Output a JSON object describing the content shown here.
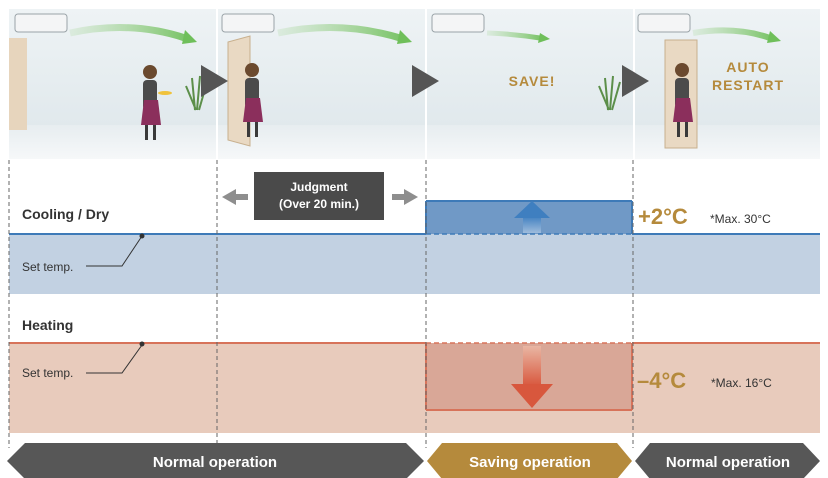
{
  "scenes": {
    "save_text": "SAVE!",
    "restart_text": [
      "AUTO",
      "RESTART"
    ]
  },
  "judgment": {
    "line1": "Judgment",
    "line2": "(Over 20 min.)"
  },
  "cooling": {
    "label": "Cooling / Dry",
    "set_temp_label": "Set temp.",
    "delta": "+2°C",
    "max_note": "*Max. 30°C"
  },
  "heating": {
    "label": "Heating",
    "set_temp_label": "Set temp.",
    "delta": "–4°C",
    "max_note": "*Max. 16°C"
  },
  "phases": {
    "normal1": "Normal operation",
    "saving": "Saving operation",
    "normal2": "Normal operation"
  },
  "colors": {
    "gold": "#b58a3c",
    "cool_band": "#c2d1e2",
    "cool_line": "#3d7ab8",
    "cool_boost": "#7099c6",
    "heat_band": "#e8cbbc",
    "heat_line": "#d7735a",
    "heat_drop": "#d9a797",
    "dark": "#505050"
  }
}
